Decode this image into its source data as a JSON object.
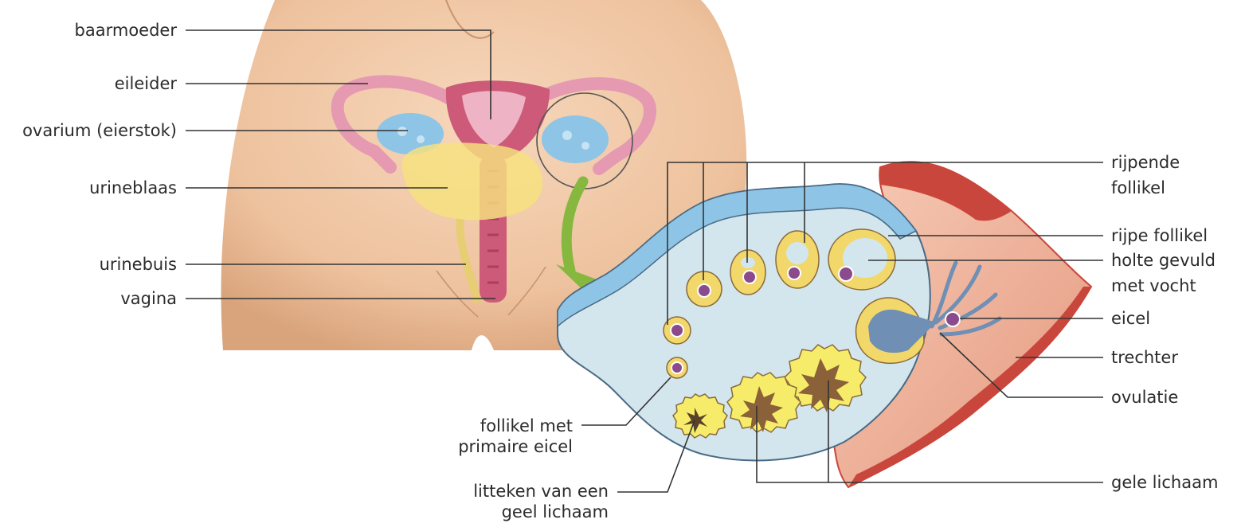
{
  "labels": {
    "baarmoeder": "baarmoeder",
    "eileider": "eileider",
    "ovarium": "ovarium (eierstok)",
    "urineblaas": "urineblaas",
    "urinebuis": "urinebuis",
    "vagina": "vagina",
    "rijpende_1": "rijpende",
    "rijpende_2": "follikel",
    "rijpe_follikel": "rijpe follikel",
    "holte_1": "holte gevuld",
    "holte_2": "met vocht",
    "eicel": "eicel",
    "trechter": "trechter",
    "ovulatie": "ovulatie",
    "gele_lichaam": "gele lichaam",
    "follikel_primair_1": "follikel met",
    "follikel_primair_2": "primaire eicel",
    "litteken_1": "litteken van een",
    "litteken_2": "geel lichaam"
  },
  "colors": {
    "skin": "#f0c9a7",
    "skin_dark": "#deae87",
    "uterus": "#cc5a78",
    "tube": "#e59ab1",
    "ovary_blue": "#8ec4e6",
    "ovary_inner": "#d3e6ee",
    "bladder": "#f6e27e",
    "arrow": "#86b83f",
    "follicle_ring": "#f2d76a",
    "corpus_luteum": "#f6ec6a",
    "corpus_core": "#8a6139",
    "funnel": "#c9463c",
    "funnel_inner": "#f1b7a0",
    "egg": "#8a4a8c"
  }
}
